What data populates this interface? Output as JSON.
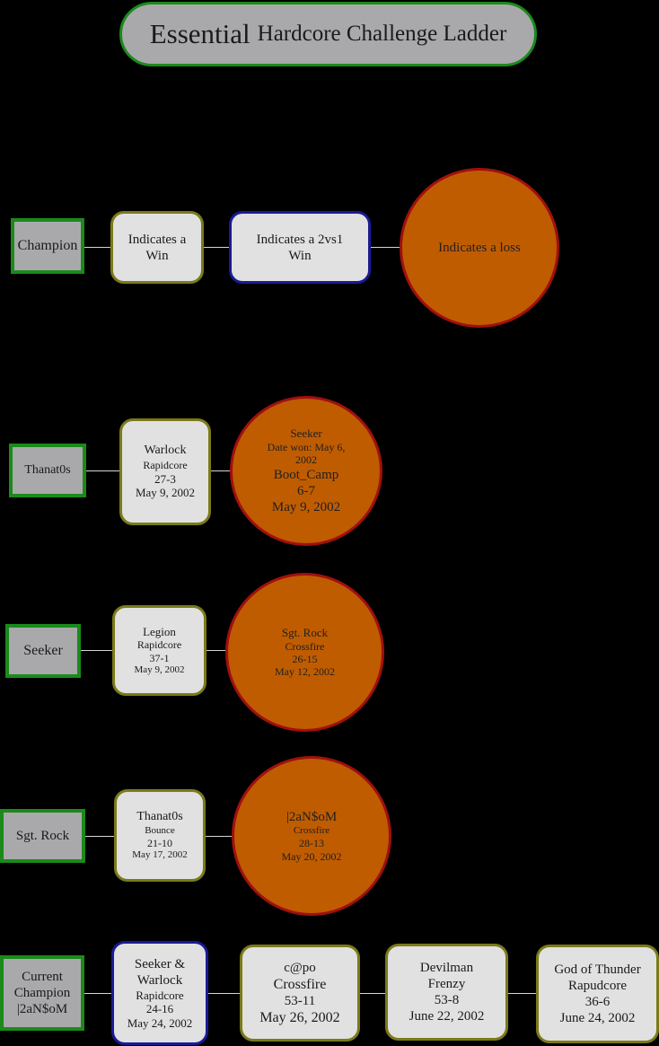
{
  "title": {
    "main": "Essential",
    "rest": "Hardcore Challenge Ladder"
  },
  "legend": {
    "champion": "Champion",
    "win": [
      "Indicates a",
      "Win"
    ],
    "twovsone": [
      "Indicates a 2vs1",
      "Win"
    ],
    "loss": "Indicates a loss"
  },
  "rows": {
    "thanatos": {
      "name": "Thanat0s",
      "win": [
        "Warlock",
        "Rapidcore",
        "27-3",
        "May 9, 2002"
      ],
      "loss": [
        "Seeker",
        "Date won: May 6,",
        "2002",
        "Boot_Camp",
        "6-7",
        "May 9, 2002"
      ]
    },
    "seeker": {
      "name": "Seeker",
      "win": [
        "Legion",
        "Rapidcore",
        "37-1",
        "May 9, 2002"
      ],
      "loss": [
        "Sgt. Rock",
        "Crossfire",
        "26-15",
        "May 12, 2002"
      ]
    },
    "sgtrock": {
      "name": "Sgt. Rock",
      "win": [
        "Thanat0s",
        "Bounce",
        "21-10",
        "May 17, 2002"
      ],
      "loss": [
        "|2aN$oM",
        "Crossfire",
        "28-13",
        "May 20, 2002"
      ]
    },
    "current": {
      "name": [
        "Current",
        "Champion",
        "|2aN$oM"
      ],
      "w1": [
        "Seeker &",
        "Warlock",
        "Rapidcore",
        "24-16",
        "May 24, 2002"
      ],
      "w2": [
        "c@po",
        "Crossfire",
        "53-11",
        "May 26, 2002"
      ],
      "w3": [
        "Devilman",
        "Frenzy",
        "53-8",
        "June 22, 2002"
      ],
      "w4": [
        "God of Thunder",
        "Rapudcore",
        "36-6",
        "June 24, 2002"
      ]
    }
  },
  "colors": {
    "win_border": "#7a7a1a",
    "twovsone_border": "#1a1a95",
    "loss_fill": "#c05c00",
    "loss_border": "#a01010",
    "name_border": "#1b8a1b"
  }
}
